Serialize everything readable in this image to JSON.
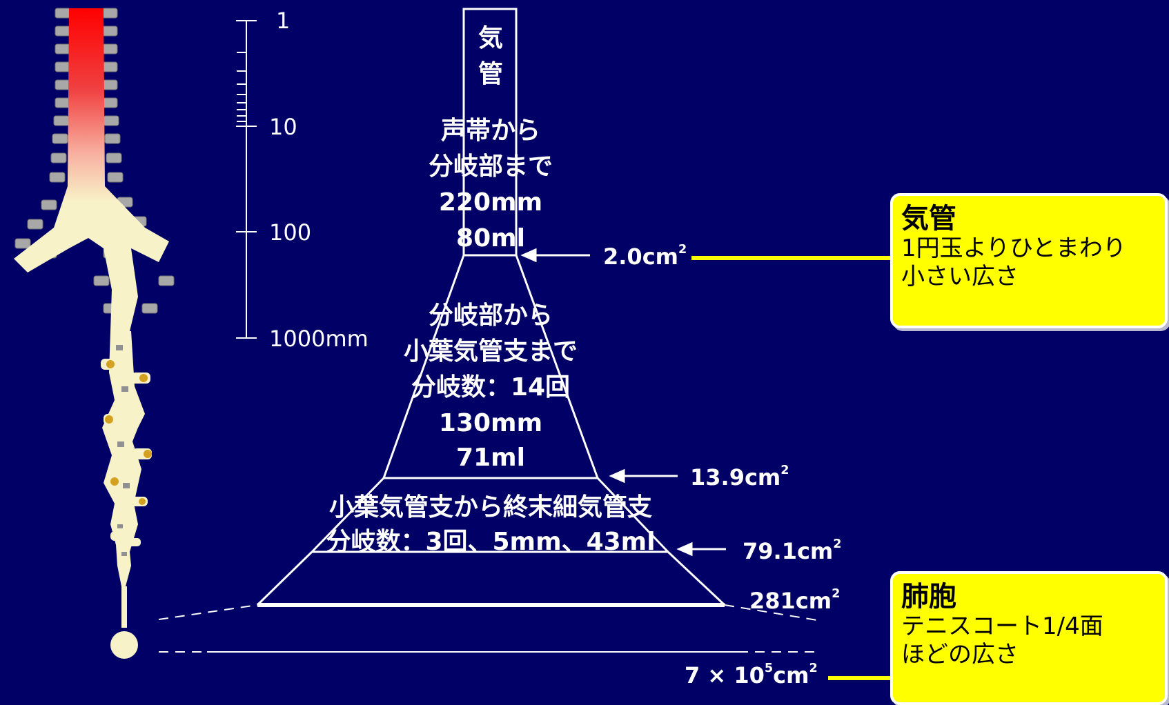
{
  "scale": {
    "labels": [
      "1",
      "10",
      "100",
      "1000mm"
    ]
  },
  "trachea_box": {
    "label": [
      "気",
      "管"
    ]
  },
  "sections": [
    {
      "lines": [
        "声帯から",
        "分岐部まで",
        "220mm",
        "80ml"
      ]
    },
    {
      "lines": [
        "分岐部から",
        "小葉気管支まで",
        "分岐数：14回",
        "130mm",
        "71ml"
      ]
    },
    {
      "lines": [
        "小葉気管支から終末細気管支",
        "分岐数：3回、5mm、43ml"
      ]
    }
  ],
  "areas": [
    {
      "value": "2.0cm",
      "sup": "2"
    },
    {
      "value": "13.9cm",
      "sup": "2"
    },
    {
      "value": "79.1cm",
      "sup": "2"
    },
    {
      "value": "281cm",
      "sup": "2"
    },
    {
      "value": "7 × 10",
      "sup": "5",
      "tail": "cm",
      "sup2": "2"
    }
  ],
  "callouts": [
    {
      "title": "気管",
      "body": [
        "1円玉よりひとまわり",
        "小さい広さ"
      ]
    },
    {
      "title": "肺胞",
      "body": [
        "テニスコート1/4面",
        "ほどの広さ"
      ]
    }
  ],
  "colors": {
    "background": "#000066",
    "callout_fill": "#ffff00",
    "leader_line": "#ffff00",
    "trachea_top": "#ff0000",
    "bronchiole": "#f8f2c8",
    "cartilage": "#a0a0a0"
  }
}
